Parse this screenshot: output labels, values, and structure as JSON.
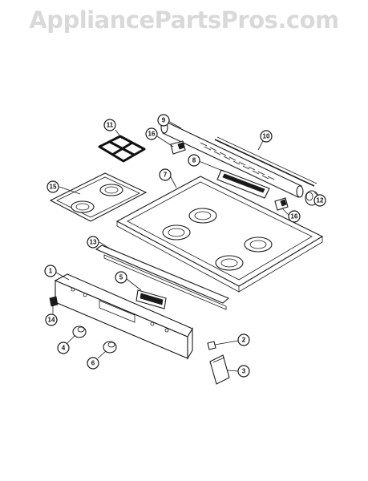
{
  "watermark": {
    "text": "AppliancePartsPros.com",
    "color": "#d9d9d9"
  },
  "callouts": [
    "1",
    "2",
    "3",
    "4",
    "5",
    "6",
    "7",
    "8",
    "9",
    "10",
    "11",
    "12",
    "13",
    "14",
    "15",
    "16",
    "16"
  ]
}
